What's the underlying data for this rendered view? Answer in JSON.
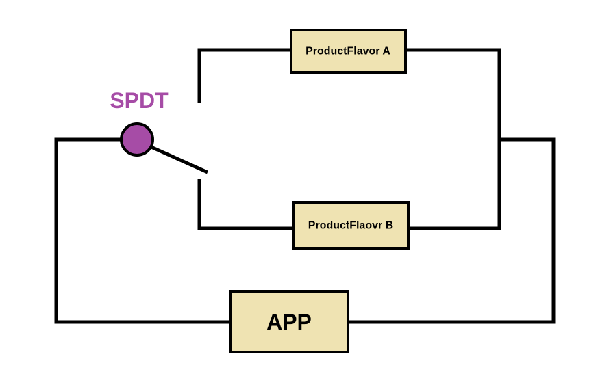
{
  "diagram": {
    "switch": {
      "label": "SPDT",
      "color": "#a64ca6"
    },
    "blocks": {
      "flavor_a": "ProductFlavor A",
      "flavor_b": "ProductFlaovr B",
      "app": "APP"
    },
    "colors": {
      "block_fill": "#efe3b2",
      "wire": "#000000"
    }
  }
}
